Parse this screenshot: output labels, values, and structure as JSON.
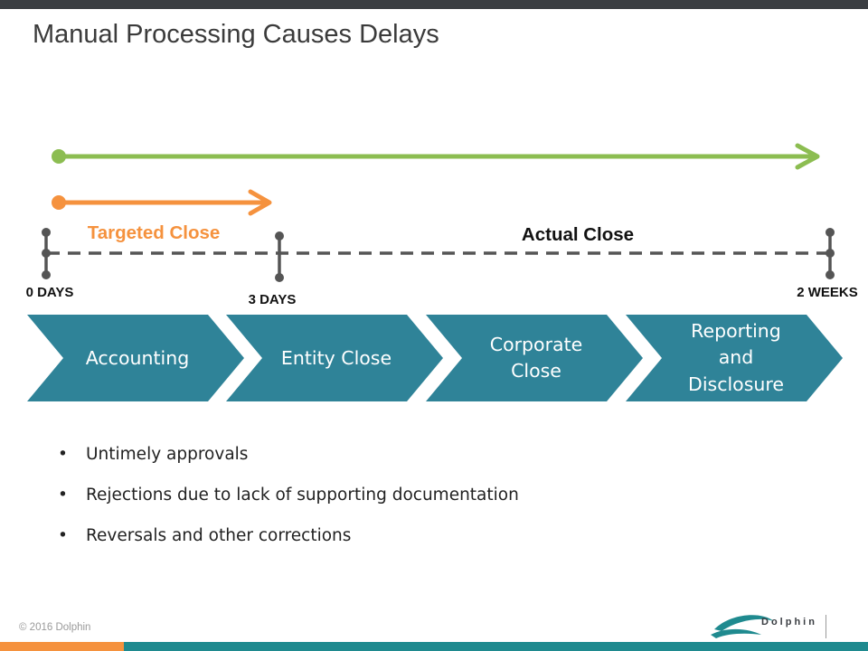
{
  "slide": {
    "title": "Manual Processing Causes Delays"
  },
  "timeline": {
    "targeted_label": "Targeted Close",
    "actual_label": "Actual Close",
    "ticks": [
      "0 DAYS",
      "3 DAYS",
      "2 WEEKS"
    ]
  },
  "process_steps": [
    {
      "lines": [
        "Accounting"
      ]
    },
    {
      "lines": [
        "Entity Close"
      ]
    },
    {
      "lines": [
        "Corporate",
        "Close"
      ]
    },
    {
      "lines": [
        "Reporting",
        "and",
        "Disclosure"
      ]
    }
  ],
  "bullets": [
    "Untimely approvals",
    "Rejections due to lack of supporting documentation",
    "Reversals and other corrections"
  ],
  "bullet_symbol": "•",
  "footer": {
    "copyright": "© 2016 Dolphin",
    "logo_text": "Dolphin"
  },
  "colors": {
    "green": "#8cbd51",
    "orange": "#f5923e",
    "teal": "#2f8398",
    "dark": "#555555"
  }
}
